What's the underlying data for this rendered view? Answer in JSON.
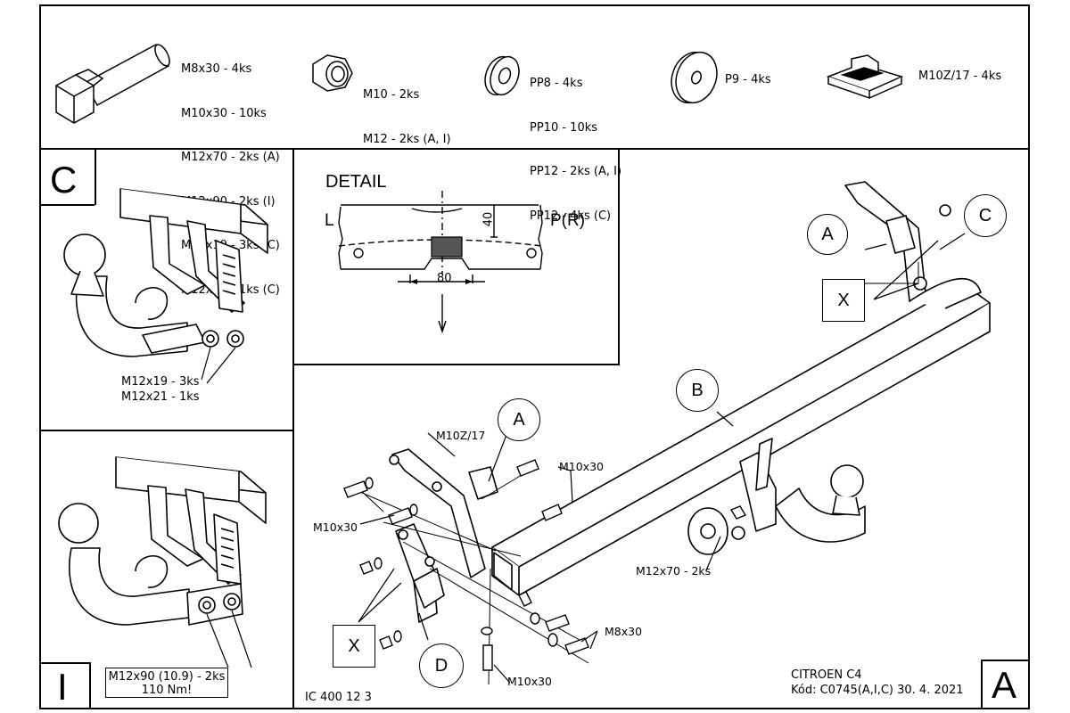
{
  "parts": {
    "bolts": [
      "M8x30 - 4ks",
      "M10x30 - 10ks",
      "M12x70 - 2ks (A)",
      "M12x90 - 2ks (I)",
      "M12x19 - 3ks (C)",
      "M12x21 - 1ks (C)"
    ],
    "nuts": [
      "M10 - 2ks",
      "M12 - 2ks (A, I)"
    ],
    "washers": [
      "PP8 - 4ks",
      "PP10 - 10ks",
      "PP12 - 2ks (A, I)",
      "PP12 - 4ks (C)"
    ],
    "big_washer": "P9 - 4ks",
    "clip": "M10Z/17 - 4ks"
  },
  "panel_c": {
    "letter": "C",
    "label1": "M12x19 - 3ks",
    "label2": "M12x21 - 1ks"
  },
  "panel_i": {
    "letter": "I",
    "torque_line1": "M12x90 (10.9) - 2ks",
    "torque_line2": "110 Nm!"
  },
  "detail": {
    "title": "DETAIL",
    "left": "L",
    "right": "P(R)",
    "dim_vertical": "40",
    "dim_horizontal": "80"
  },
  "main": {
    "callouts": {
      "a_top": "A",
      "c_top": "C",
      "x_top": "X",
      "b": "B",
      "a_mid": "A",
      "x_bottom": "X",
      "d": "D"
    },
    "labels": {
      "m10z": "M10Z/17",
      "m10x30_right": "M10x30",
      "m10x30_left": "M10x30",
      "m12x70": "M12x70 - 2ks",
      "m8x30": "M8x30",
      "m10x30_bottom": "M10x30"
    },
    "footer_code": "IC 400 12 3",
    "car": "CITROEN C4",
    "kod": "Kód: C0745(A,I,C)  30. 4. 2021",
    "corner_letter": "A"
  }
}
